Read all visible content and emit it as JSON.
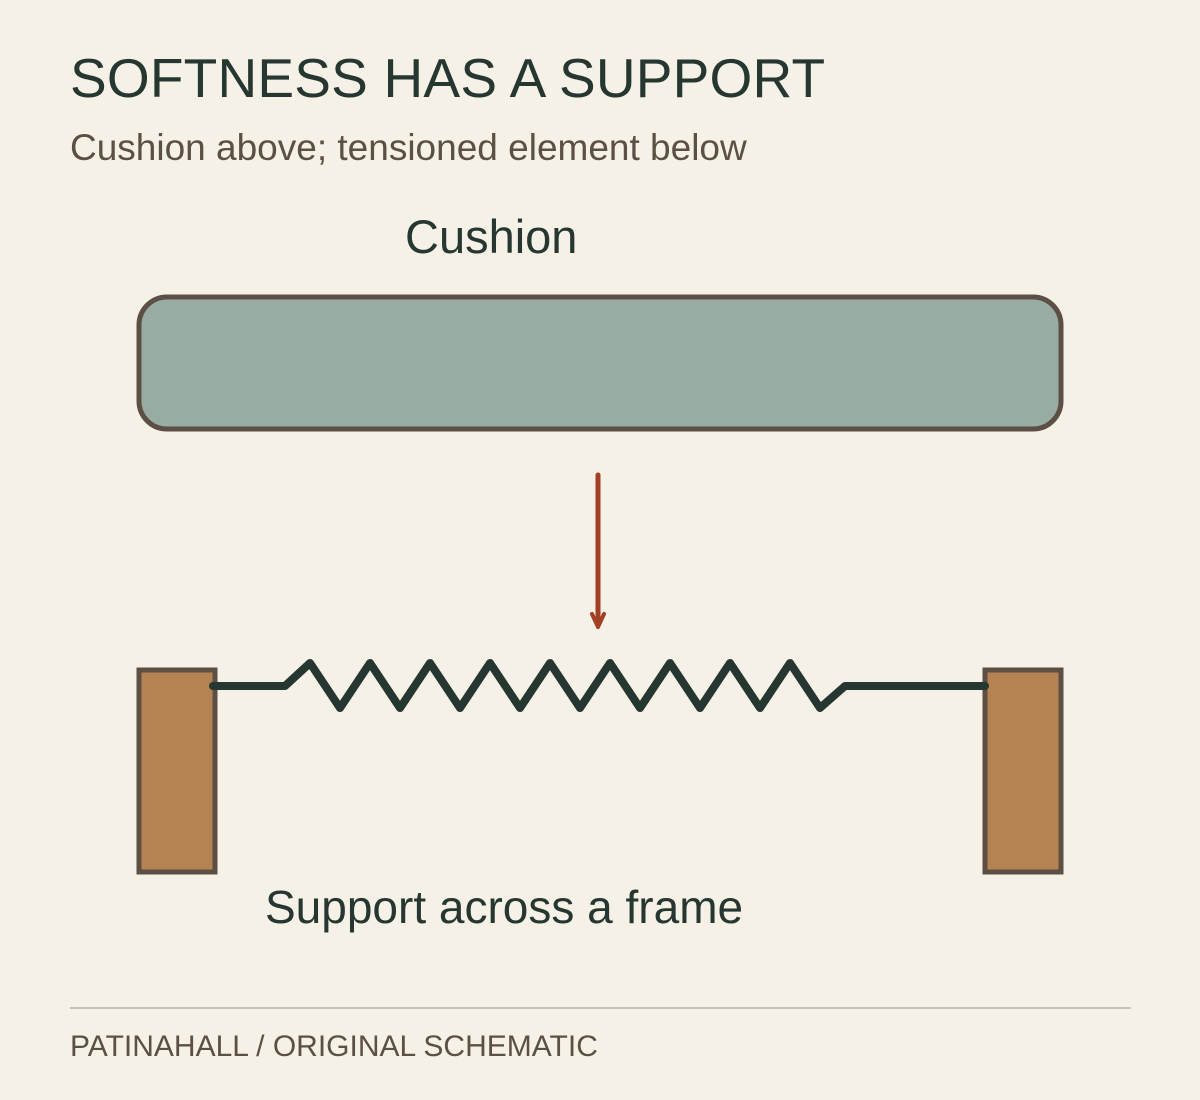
{
  "header": {
    "title": "SOFTNESS HAS A SUPPORT",
    "subtitle": "Cushion above; tensioned element below"
  },
  "diagram": {
    "cushion_label": "Cushion",
    "support_label": "Support across a frame",
    "colors": {
      "cushion_fill": "#99aca4",
      "outline": "#5c4f44",
      "post_fill": "#b58352",
      "spring": "#263630",
      "arrow": "#a33f25",
      "background": "#f5f1e7"
    }
  },
  "footer": {
    "credit": "PATINAHALL / ORIGINAL SCHEMATIC"
  }
}
